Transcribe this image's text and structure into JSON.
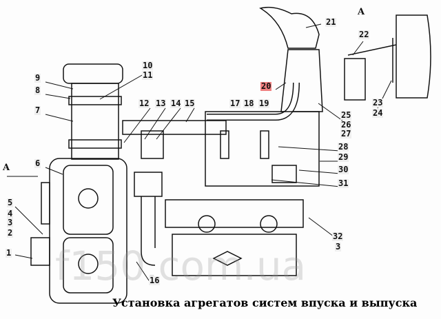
{
  "title": "Установка агрегатов систем впуска и выпуска",
  "watermark": "f150.com.ua",
  "view_label": "A",
  "view_arrow_label": "A",
  "highlight_color": "#f08080",
  "labels": {
    "l1": "1",
    "l2": "2",
    "l3": "3",
    "l4": "4",
    "l5": "5",
    "l6": "6",
    "l7": "7",
    "l8": "8",
    "l9": "9",
    "l10": "10",
    "l11": "11",
    "l12": "12",
    "l13": "13",
    "l14": "14",
    "l15": "15",
    "l16": "16",
    "l17": "17",
    "l18": "18",
    "l19": "19",
    "l20": "20",
    "l21": "21",
    "l22": "22",
    "l23": "23",
    "l24": "24",
    "l25": "25",
    "l26": "26",
    "l27": "27",
    "l28": "28",
    "l29": "29",
    "l30": "30",
    "l31": "31",
    "l32": "32",
    "l3b": "3"
  }
}
